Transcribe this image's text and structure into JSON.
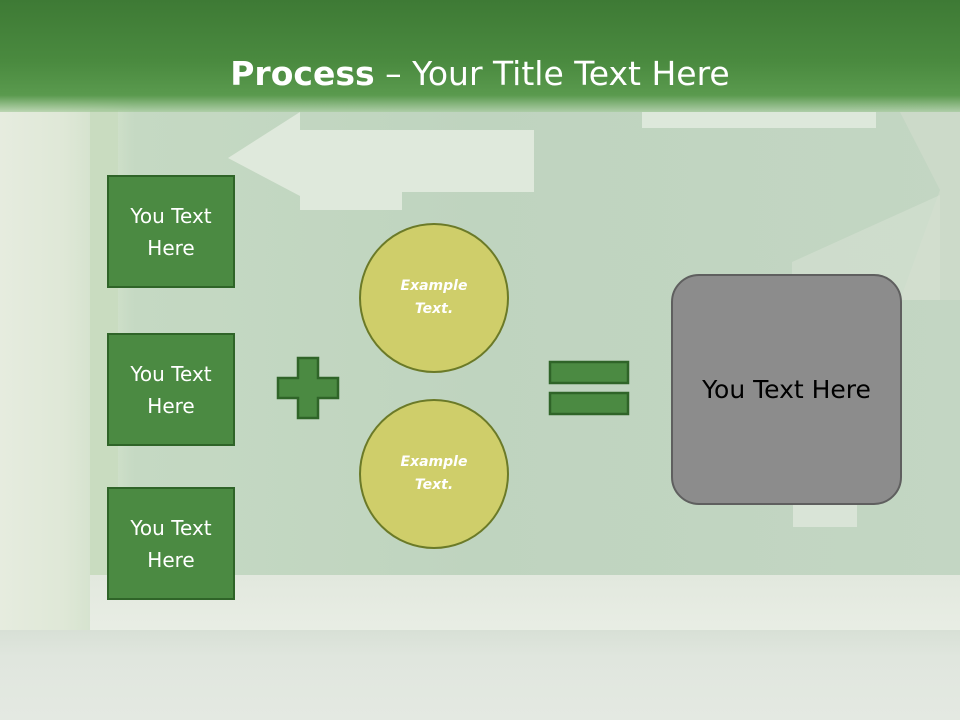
{
  "title": {
    "bold": "Process",
    "rest": " – Your Title Text Here"
  },
  "inputs": [
    {
      "label": "You Text Here"
    },
    {
      "label": "You Text Here"
    },
    {
      "label": "You Text Here"
    }
  ],
  "circles": [
    {
      "label": "Example Text."
    },
    {
      "label": "Example Text."
    }
  ],
  "result": {
    "label": "You Text Here"
  },
  "colors": {
    "header": "#4a8a3f",
    "box_fill": "#4b8a42",
    "box_border": "#2f6428",
    "circle_fill": "#cfce6a",
    "circle_border": "#6b7a28",
    "result_fill": "#8c8c8c"
  }
}
